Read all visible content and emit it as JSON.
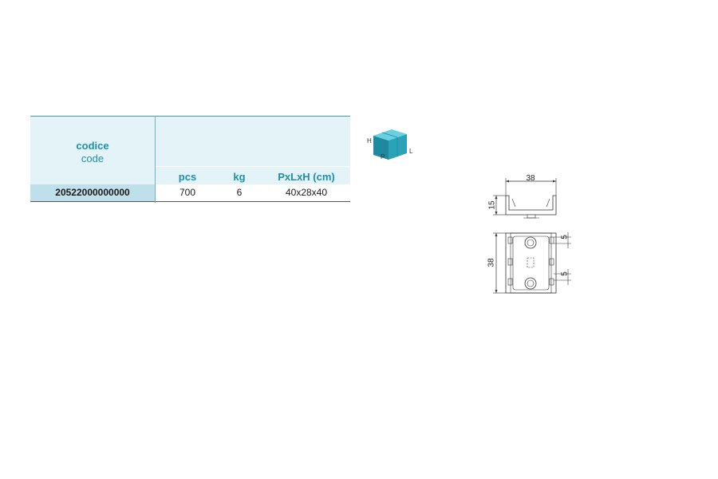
{
  "table": {
    "code_header": "codice",
    "code_header_en": "code",
    "box_labels": {
      "h": "H",
      "p": "P",
      "l": "L"
    },
    "units": {
      "pcs": "pcs",
      "kg": "kg",
      "dims": "PxLxH (cm)"
    },
    "row": {
      "code": "20522000000000",
      "pcs": "700",
      "kg": "6",
      "dims": "40x28x40"
    }
  },
  "drawing": {
    "dims": {
      "width_top": "38",
      "height_side": "15",
      "height_front": "38",
      "slot_top": "5",
      "slot_bottom": "5"
    }
  },
  "colors": {
    "accent": "#1d8fae",
    "header_bg": "#e4f3f7",
    "code_bg": "#bfe0ea",
    "box": "#2aa3b8"
  }
}
